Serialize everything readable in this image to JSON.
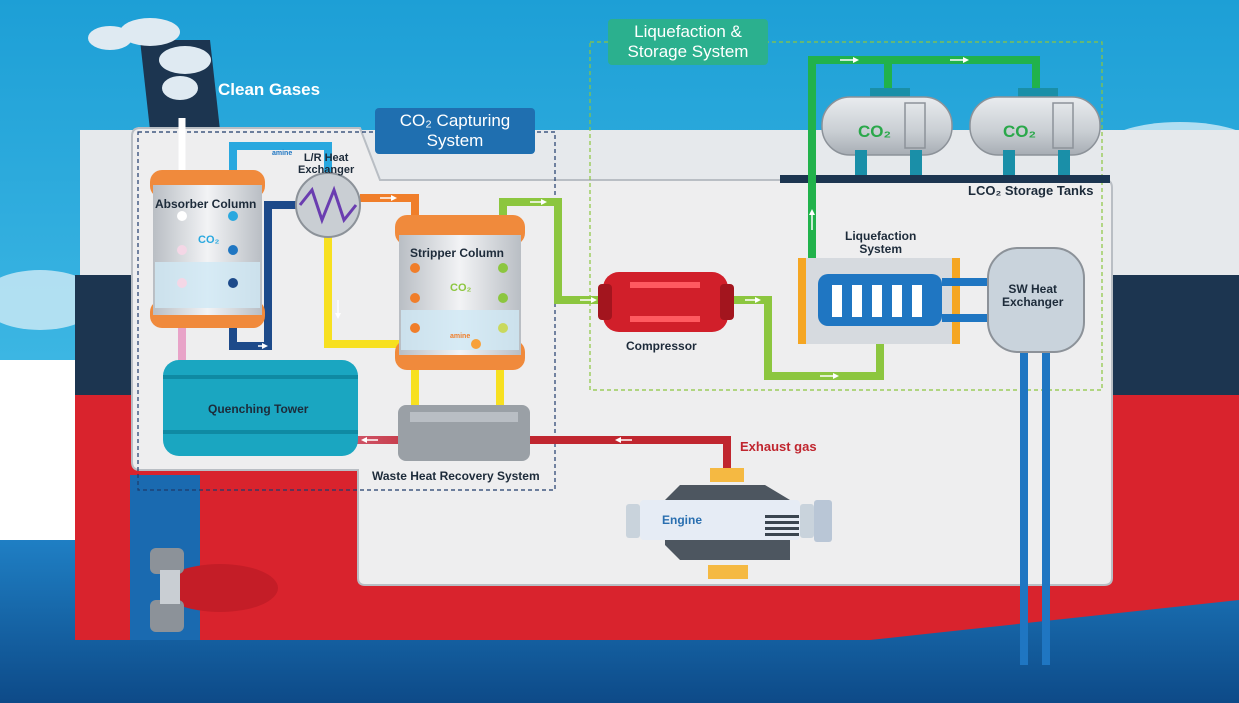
{
  "labels": {
    "clean_gases": "Clean Gases",
    "co2_capturing_system_line1": "CO₂ Capturing",
    "co2_capturing_system_line2": "System",
    "liquefaction_storage_line1": "Liquefaction &",
    "liquefaction_storage_line2": "Storage System",
    "lr_heat_exchanger_line1": "L/R Heat",
    "lr_heat_exchanger_line2": "Exchanger",
    "absorber_column": "Absorber Column",
    "stripper_column": "Stripper Column",
    "quenching_tower": "Quenching Tower",
    "waste_heat_recovery": "Waste Heat Recovery System",
    "compressor": "Compressor",
    "liquefaction_system_line1": "Liquefaction",
    "liquefaction_system_line2": "System",
    "sw_heat_exchanger_line1": "SW Heat",
    "sw_heat_exchanger_line2": "Exchanger",
    "lco2_storage_tanks": "LCO₂ Storage Tanks",
    "exhaust_gas": "Exhaust gas",
    "engine": "Engine",
    "tank_co2_left": "CO₂",
    "tank_co2_right": "CO₂",
    "absorber_co2": "CO₂",
    "stripper_co2": "CO₂",
    "amine_top": "amine",
    "amine_stripper": "amine"
  },
  "colors": {
    "sky": "#2aa8d8",
    "sea": "#1a5fa0",
    "hull_red": "#d9232d",
    "hull_navy": "#1c3550",
    "deck_box": "#eeeeef",
    "capture_title_bg": "#1f6fb0",
    "liquefaction_title_bg": "#2bb08e",
    "pipe_blue": "#1f76c2",
    "pipe_navy": "#1d4a8a",
    "pipe_yellow": "#f7e020",
    "pipe_orange": "#f07e2a",
    "pipe_green": "#8cc63f",
    "pipe_bright_green": "#21b24b",
    "pipe_red": "#c0262f",
    "pipe_pink": "#e8a3c8",
    "column_orange": "#f08a3c",
    "tower_teal": "#1aa6c1"
  }
}
